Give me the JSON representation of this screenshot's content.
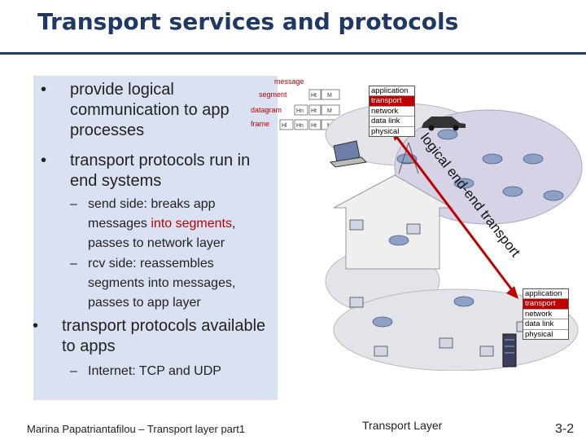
{
  "slide": {
    "title": "Transport services and protocols",
    "footer_left": "Marina Papatriantafilou –  Transport layer part1",
    "footer_center": "Transport Layer",
    "page_number": "3-2"
  },
  "bullets": [
    {
      "marker": "•",
      "text": "provide logical communication to app processes"
    },
    {
      "marker": "•",
      "text": "transport protocols run in end systems"
    },
    {
      "marker": "–",
      "pre": "send side: breaks app messages ",
      "highlight": "into segments",
      "post": ", passes to  network layer"
    },
    {
      "marker": "–",
      "text": "rcv side: reassembles segments into messages, passes to app layer"
    },
    {
      "marker": "•",
      "text": "transport protocols available to apps"
    },
    {
      "marker": "–",
      "text": "Internet: TCP and UDP"
    }
  ],
  "encapsulation": {
    "rows": [
      {
        "label": "message",
        "cells": []
      },
      {
        "label": "segment",
        "cells": [
          "Ht",
          "M"
        ]
      },
      {
        "label": "datagram",
        "cells": [
          "Hn",
          "Ht",
          "M"
        ]
      },
      {
        "label": "frame",
        "cells": [
          "Hl",
          "Hn",
          "Ht",
          "M"
        ]
      }
    ]
  },
  "diagram": {
    "stack_top": [
      "application",
      "transport",
      "network",
      "data link",
      "physical"
    ],
    "stack_bottom": [
      "application",
      "transport",
      "network",
      "data link",
      "physical"
    ],
    "arrow_label": "logical end-end transport",
    "colors": {
      "highlight": "#c00000",
      "panel": "#d9e1f2",
      "title": "#1f3864"
    }
  }
}
